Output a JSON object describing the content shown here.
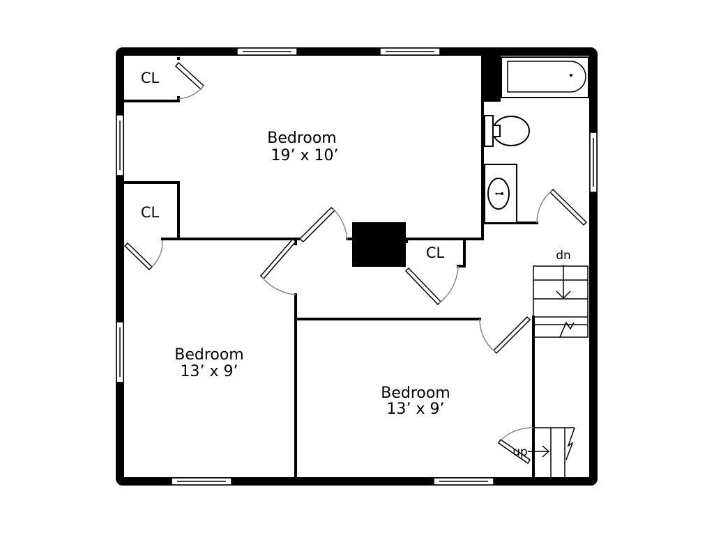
{
  "rooms": {
    "bedroom_top": {
      "name": "Bedroom",
      "dims": "19’ x 10’"
    },
    "bedroom_left": {
      "name": "Bedroom",
      "dims": "13’ x 9’"
    },
    "bedroom_right": {
      "name": "Bedroom",
      "dims": "13’ x 9’"
    }
  },
  "closets": {
    "top": "CL",
    "left": "CL",
    "hall": "CL"
  },
  "stairs": {
    "down": "dn",
    "up": "up"
  }
}
